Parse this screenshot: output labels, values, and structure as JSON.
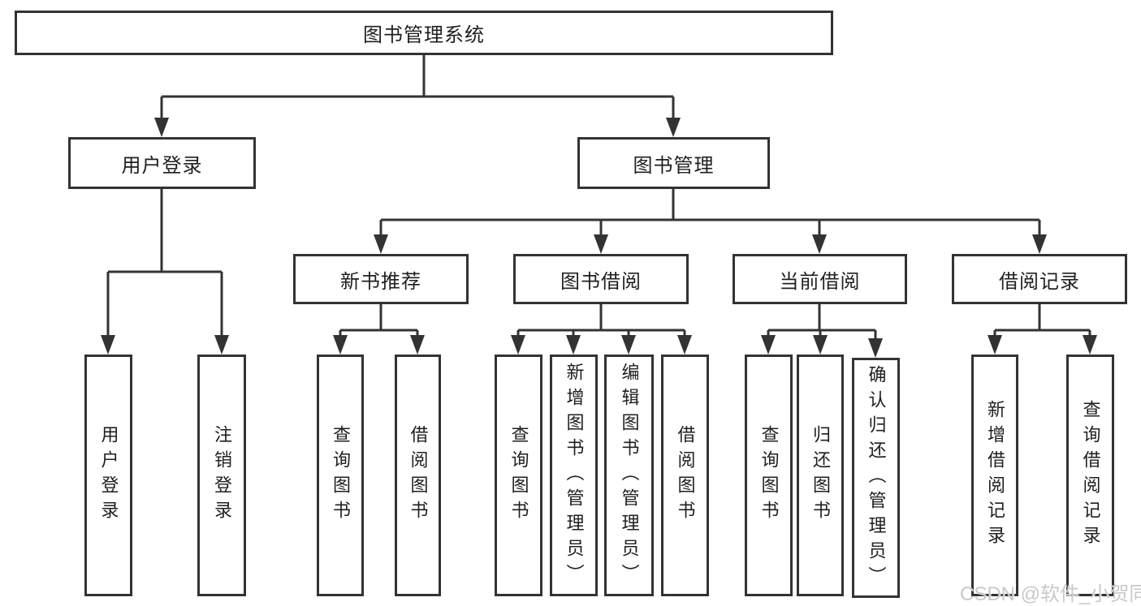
{
  "title": "图书管理系统",
  "level2": [
    "用户登录",
    "图书管理"
  ],
  "level3": [
    "新书推荐",
    "图书借阅",
    "当前借阅",
    "借阅记录"
  ],
  "leaves": [
    "用户登录",
    "注销登录",
    "查询图书",
    "借阅图书",
    "查询图书",
    "新增图书（管理员）",
    "编辑图书（管理员）",
    "借阅图书",
    "查询图书",
    "归还图书",
    "确认归还（管理员）",
    "新增借阅记录",
    "查询借阅记录"
  ],
  "watermark": "CSDN @软件_小贺同学",
  "colors": {
    "line": "#333333",
    "text": "#1f1f1f",
    "background": "#ffffff",
    "watermark": "#c9c9c9"
  }
}
